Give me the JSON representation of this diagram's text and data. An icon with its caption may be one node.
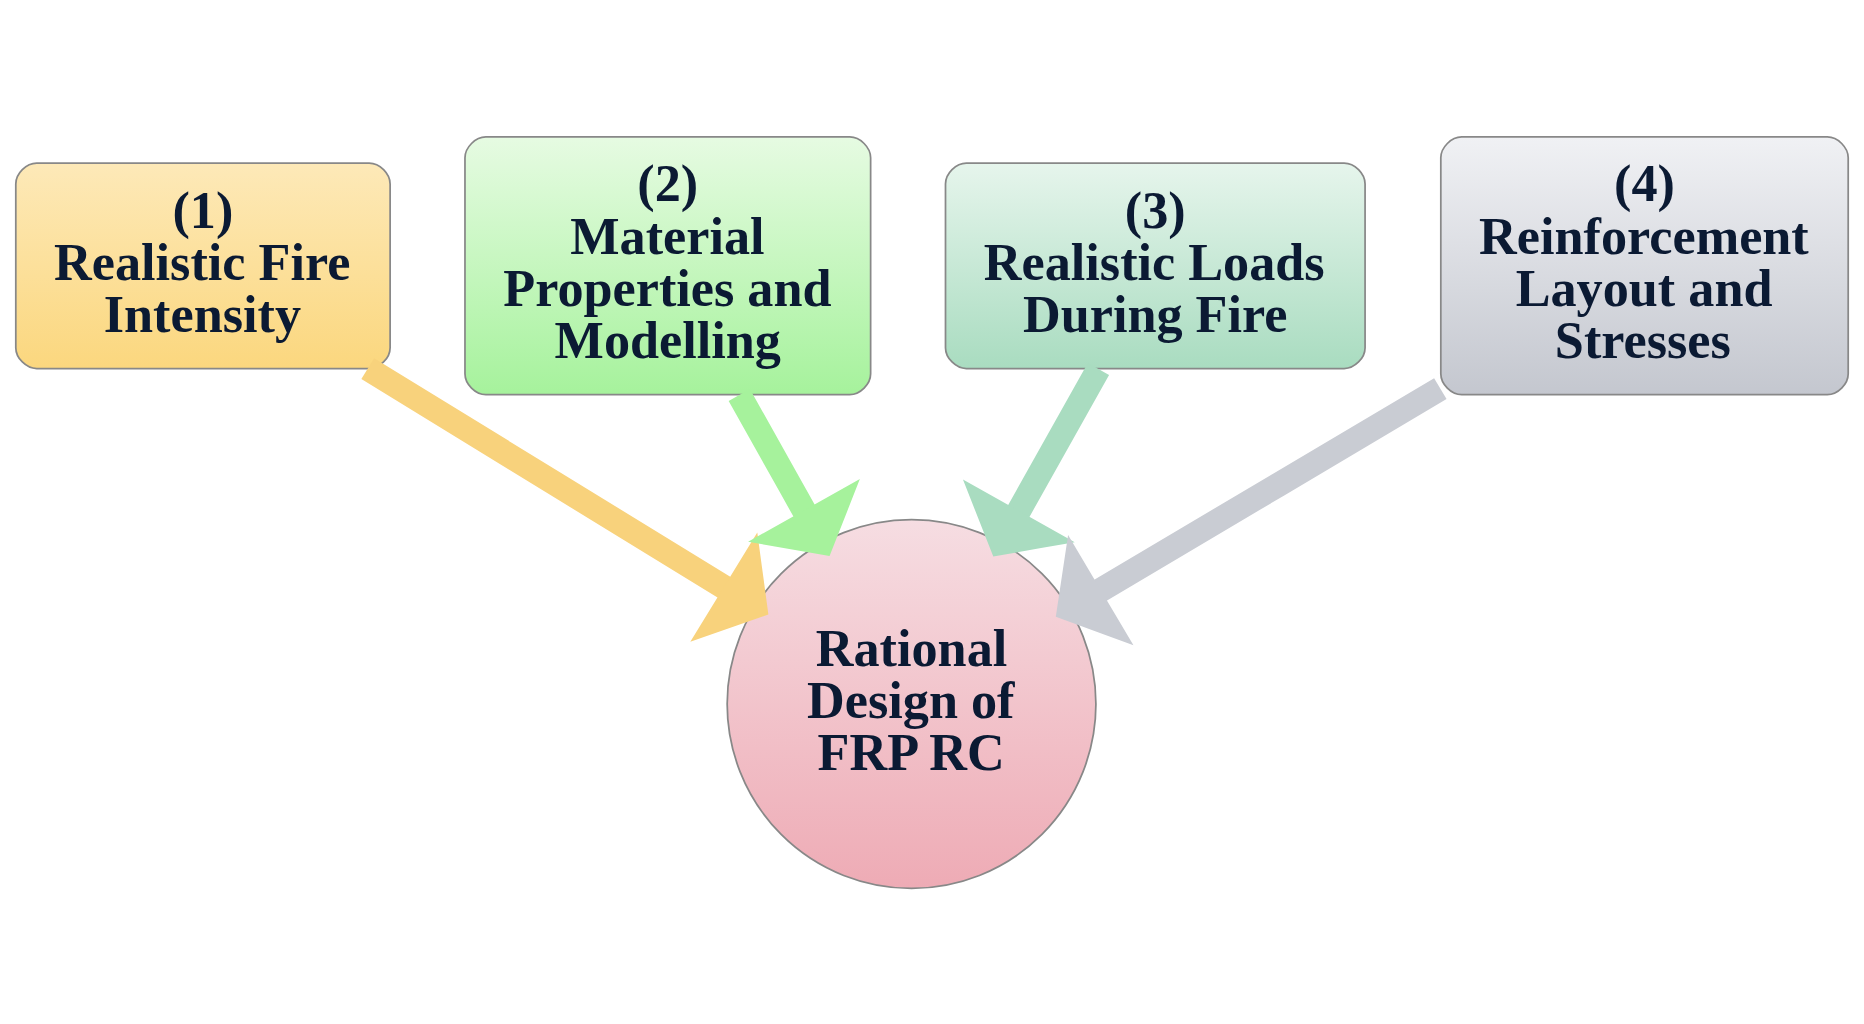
{
  "diagram": {
    "nodes": [
      {
        "text": [
          "(1)",
          "Realistic Fire Intensity"
        ]
      },
      {
        "text": [
          "(2)",
          "Material Properties and Modelling"
        ]
      },
      {
        "text": [
          "(3)",
          "Realistic Loads During Fire"
        ]
      },
      {
        "text": [
          "(4)",
          "Reinforcement Layout and Stresses"
        ]
      },
      {
        "text": [
          "Rational Design of FRP RC"
        ]
      }
    ],
    "edges": [
      {
        "from": 0,
        "to": 4,
        "arrow": "to",
        "color": "#f8d27c"
      },
      {
        "from": 1,
        "to": 4,
        "arrow": "to",
        "color": "#a6f29c"
      },
      {
        "from": 2,
        "to": 4,
        "arrow": "to",
        "color": "#a9dcc0"
      },
      {
        "from": 3,
        "to": 4,
        "arrow": "to",
        "color": "#c9ccd3"
      }
    ]
  }
}
